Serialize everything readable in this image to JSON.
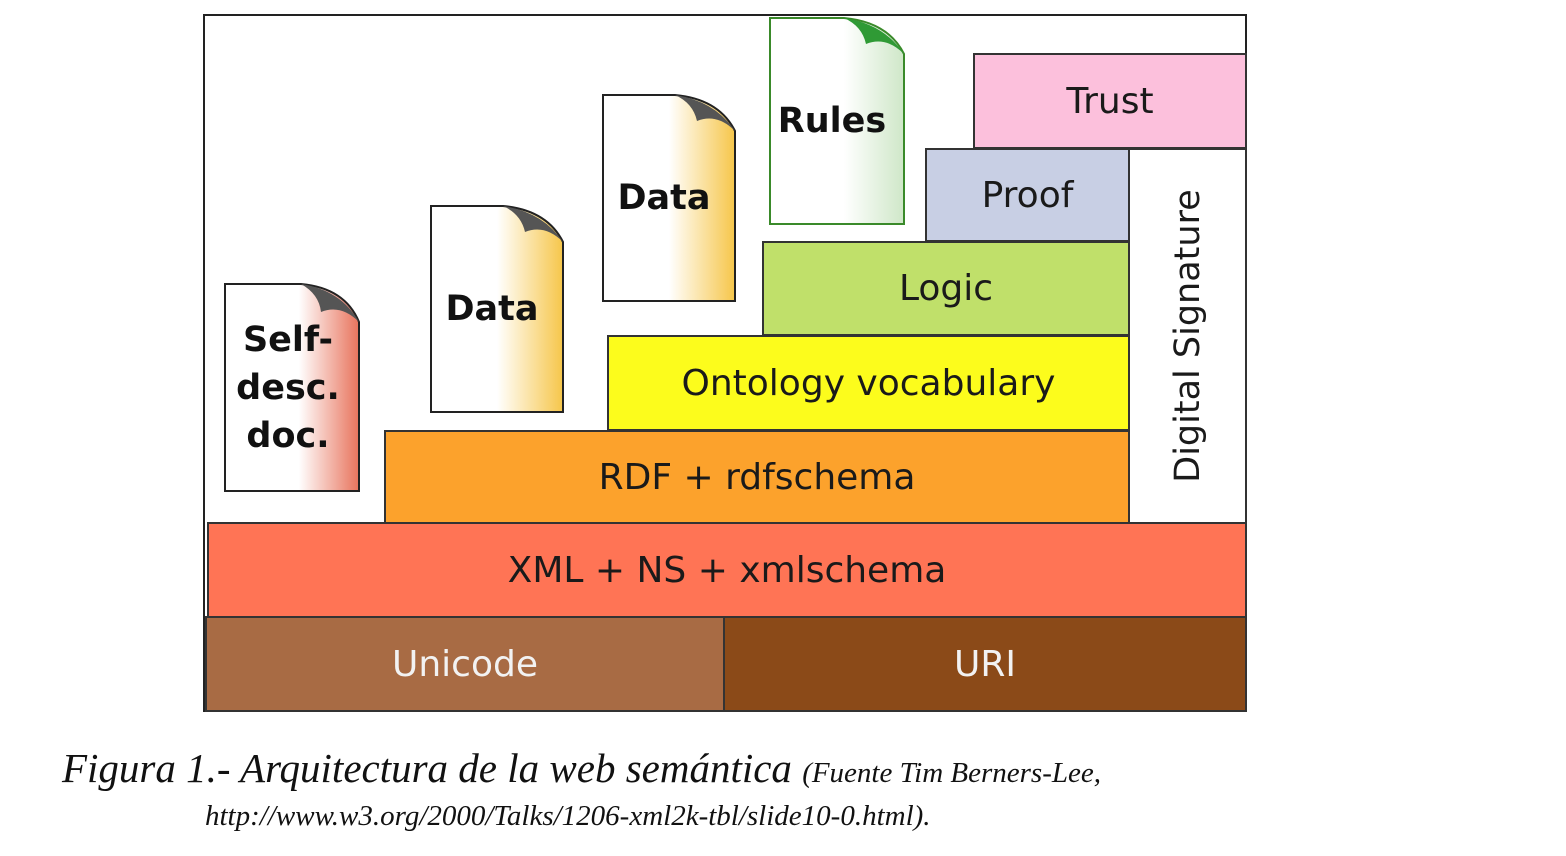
{
  "diagram": {
    "layers": {
      "unicode": "Unicode",
      "uri": "URI",
      "xml": "XML + NS + xmlschema",
      "rdf": "RDF + rdfschema",
      "ontology": "Ontology vocabulary",
      "logic": "Logic",
      "proof": "Proof",
      "trust": "Trust",
      "digital_signature": "Digital Signature"
    },
    "documents": {
      "self_desc": "Self-\ndesc.\ndoc.",
      "data1": "Data",
      "data2": "Data",
      "rules": "Rules"
    },
    "colors": {
      "unicode": "#a86b44",
      "uri": "#8b4a18",
      "xml": "#ff7455",
      "rdf": "#fca22c",
      "ontology": "#fcfc1c",
      "logic": "#c0e06a",
      "proof": "#c8cfe4",
      "trust": "#fcc0dc"
    }
  },
  "caption": {
    "main": "Figura 1.- Arquitectura de la web semántica",
    "source": "(Fuente Tim Berners-Lee,",
    "url": "http://www.w3.org/2000/Talks/1206-xml2k-tbl/slide10-0.html)."
  }
}
